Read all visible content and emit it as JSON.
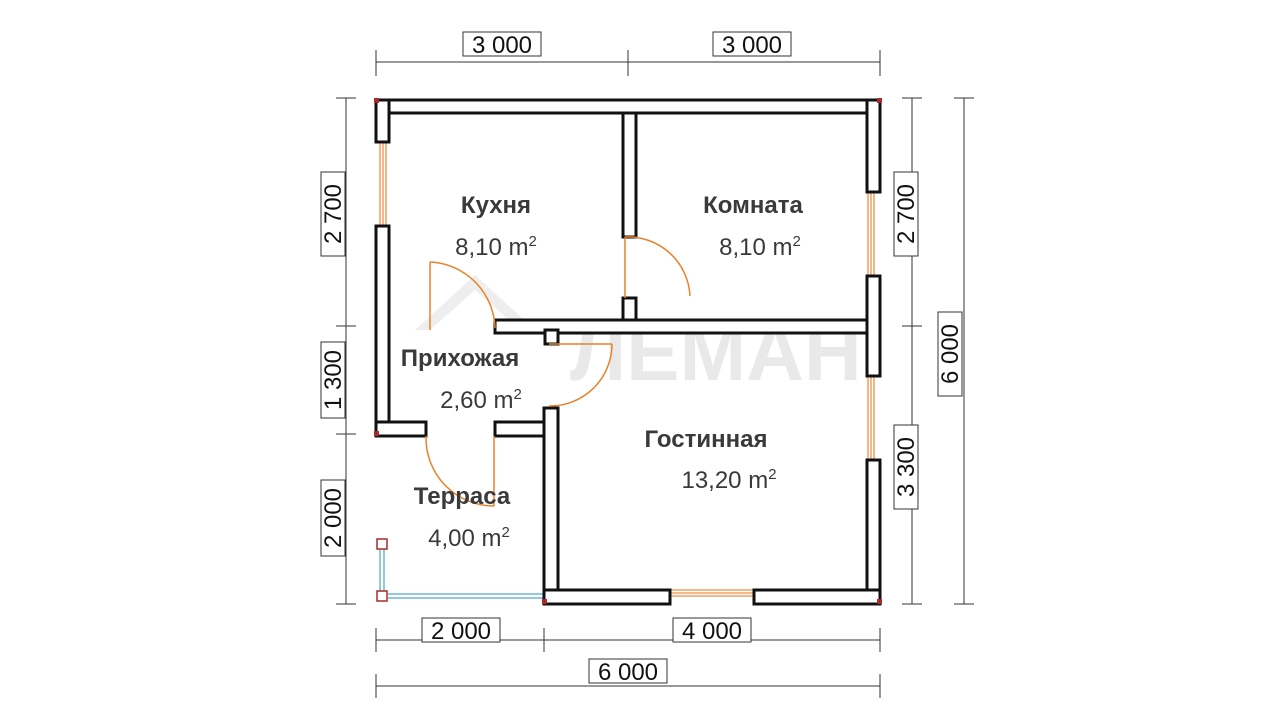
{
  "watermark": "ЛЕМАН",
  "dimensions": {
    "top_left": "3 000",
    "top_right": "3 000",
    "left_top": "2 700",
    "left_middle": "1 300",
    "left_bottom": "2 000",
    "right_top": "2 700",
    "right_bottom": "3 300",
    "right_total": "6 000",
    "bottom_left": "2 000",
    "bottom_right": "4 000",
    "bottom_total": "6 000"
  },
  "rooms": {
    "kitchen": {
      "name": "Кухня",
      "area": "8,10 m",
      "unit_exp": "2"
    },
    "room": {
      "name": "Комната",
      "area": "8,10 m",
      "unit_exp": "2"
    },
    "hall": {
      "name": "Прихожая",
      "area": "2,60 m",
      "unit_exp": "2"
    },
    "living": {
      "name": "Гостинная",
      "area": "13,20 m",
      "unit_exp": "2"
    },
    "terrace": {
      "name": "Терраса",
      "area": "4,00 m",
      "unit_exp": "2"
    }
  },
  "colors": {
    "wall_outline": "#111111",
    "wall_fill": "#ffffff",
    "door_arc": "#e8822a",
    "window": "#f0a060",
    "terrace_rail": "#6fb7d6",
    "corner_post": "#a52a2a"
  }
}
